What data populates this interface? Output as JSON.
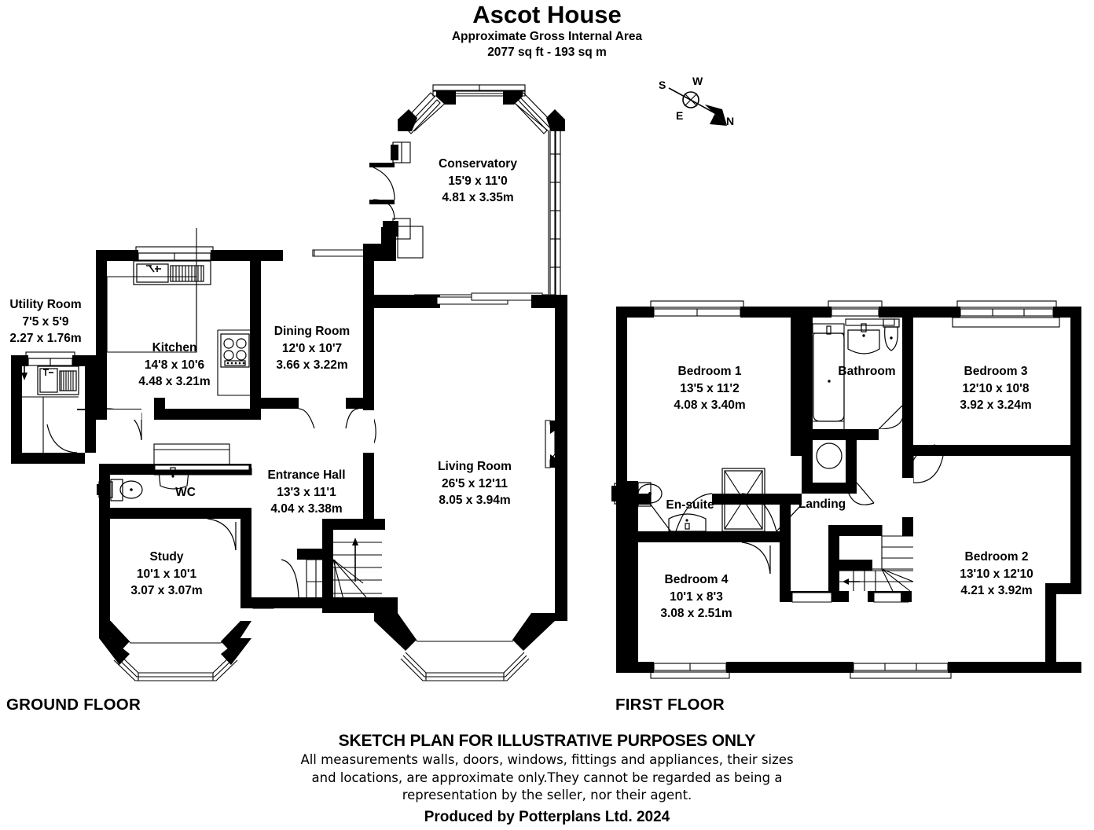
{
  "header": {
    "title": "Ascot House",
    "subtitle_line1": "Approximate Gross Internal Area",
    "subtitle_line2": "2077 sq ft - 193 sq m"
  },
  "compass": {
    "north": "N",
    "south": "S",
    "east": "E",
    "west": "W"
  },
  "floors": [
    {
      "id": "ground",
      "label": "GROUND FLOOR"
    },
    {
      "id": "first",
      "label": "FIRST FLOOR"
    }
  ],
  "ground_floor_rooms": [
    {
      "name": "Conservatory",
      "imperial": "15'9 x 11'0",
      "metric": "4.81 x 3.35m"
    },
    {
      "name": "Utility Room",
      "imperial": "7'5 x 5'9",
      "metric": "2.27 x 1.76m"
    },
    {
      "name": "Kitchen",
      "imperial": "14'8 x 10'6",
      "metric": "4.48 x 3.21m"
    },
    {
      "name": "Dining Room",
      "imperial": "12'0 x 10'7",
      "metric": "3.66 x 3.22m"
    },
    {
      "name": "Living Room",
      "imperial": "26'5 x 12'11",
      "metric": "8.05 x 3.94m"
    },
    {
      "name": "Entrance Hall",
      "imperial": "13'3 x 11'1",
      "metric": "4.04 x 3.38m"
    },
    {
      "name": "WC",
      "imperial": "",
      "metric": ""
    },
    {
      "name": "Study",
      "imperial": "10'1 x 10'1",
      "metric": "3.07 x 3.07m"
    }
  ],
  "first_floor_rooms": [
    {
      "name": "Bedroom 1",
      "imperial": "13'5 x 11'2",
      "metric": "4.08 x 3.40m"
    },
    {
      "name": "Bathroom",
      "imperial": "",
      "metric": ""
    },
    {
      "name": "Bedroom 3",
      "imperial": "12'10 x 10'8",
      "metric": "3.92 x 3.24m"
    },
    {
      "name": "En-suite",
      "imperial": "",
      "metric": ""
    },
    {
      "name": "Landing",
      "imperial": "",
      "metric": ""
    },
    {
      "name": "Bedroom 2",
      "imperial": "13'10 x 12'10",
      "metric": "4.21 x 3.92m"
    },
    {
      "name": "Bedroom 4",
      "imperial": "10'1 x 8'3",
      "metric": "3.08 x 2.51m"
    }
  ],
  "footer": {
    "heading": "SKETCH PLAN FOR ILLUSTRATIVE PURPOSES ONLY",
    "line1": "All measurements walls, doors, windows, fittings and appliances, their sizes",
    "line2": "and locations, are approximate only.They cannot be regarded as being a",
    "line3": "representation by the seller, nor their agent.",
    "producer": "Produced by Potterplans Ltd. 2024"
  },
  "colors": {
    "wall": "#000000",
    "background": "#ffffff",
    "text": "#000000"
  }
}
